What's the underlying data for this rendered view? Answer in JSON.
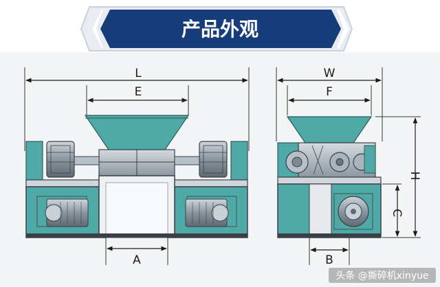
{
  "banner": {
    "title": "产品外观"
  },
  "front_view": {
    "dimensions": {
      "length": "L",
      "hopper_width": "E",
      "outlet_width": "A"
    }
  },
  "side_view": {
    "dimensions": {
      "width": "W",
      "hopper_width": "F",
      "height": "H",
      "frame_height": "C",
      "outlet_width": "B"
    }
  },
  "watermark": {
    "text": "头条 @撕碎机xinyue"
  },
  "colors": {
    "banner_dark": "#173d7a",
    "banner_light": "#eef1f6",
    "machine_teal": "#4ea9a7",
    "machine_gray": "#9aa7b2",
    "frame_dark": "#3b4046",
    "panel_bg": "#f2f3f5"
  }
}
